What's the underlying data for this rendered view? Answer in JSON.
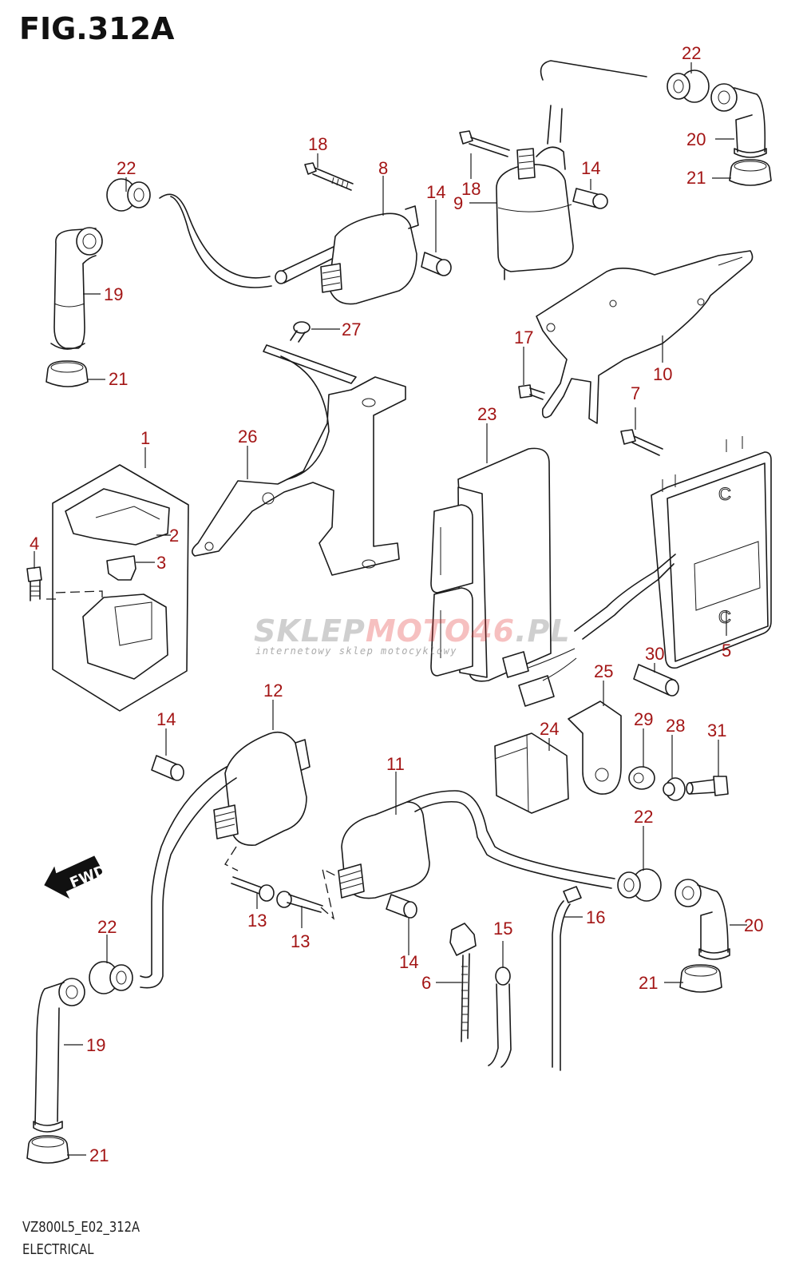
{
  "figure": {
    "title": "FIG.312A",
    "code": "VZ800L5_E02_312A",
    "section": "ELECTRICAL"
  },
  "watermark": {
    "brand_part1": "SKLEP",
    "brand_part2": "MOTO",
    "brand_part3": "46",
    "brand_part4": ".PL",
    "tagline": "internetowy sklep motocyklowy"
  },
  "direction_marker": {
    "label": "FWD",
    "icon": "fwd-arrow-icon"
  },
  "callout_color": "#a31515",
  "callouts": [
    {
      "id": "c1",
      "label": "1",
      "part": "fuse-box"
    },
    {
      "id": "c2",
      "label": "2",
      "part": "fuse-box-cover"
    },
    {
      "id": "c3",
      "label": "3",
      "part": "fuse"
    },
    {
      "id": "c4",
      "label": "4",
      "part": "fuse-box-bolt"
    },
    {
      "id": "c5",
      "label": "5",
      "part": "regulator-rectifier"
    },
    {
      "id": "c6",
      "label": "6",
      "part": "cable-tie-clamp"
    },
    {
      "id": "c7",
      "label": "7",
      "part": "regulator-bolt"
    },
    {
      "id": "c8",
      "label": "8",
      "part": "ignition-coil-rear-upper"
    },
    {
      "id": "c9",
      "label": "9",
      "part": "ignition-coil-front-upper"
    },
    {
      "id": "c10",
      "label": "10",
      "part": "coil-bracket"
    },
    {
      "id": "c11",
      "label": "11",
      "part": "ignition-coil-lower-right"
    },
    {
      "id": "c12",
      "label": "12",
      "part": "ignition-coil-lower-left"
    },
    {
      "id": "c13a",
      "label": "13",
      "part": "coil-bolt"
    },
    {
      "id": "c13b",
      "label": "13",
      "part": "coil-bolt"
    },
    {
      "id": "c14a",
      "label": "14",
      "part": "spacer"
    },
    {
      "id": "c14b",
      "label": "14",
      "part": "spacer"
    },
    {
      "id": "c14c",
      "label": "14",
      "part": "spacer"
    },
    {
      "id": "c14d",
      "label": "14",
      "part": "spacer"
    },
    {
      "id": "c15",
      "label": "15",
      "part": "band"
    },
    {
      "id": "c16",
      "label": "16",
      "part": "cable-tie"
    },
    {
      "id": "c17",
      "label": "17",
      "part": "bracket-bolt"
    },
    {
      "id": "c18a",
      "label": "18",
      "part": "coil-bolt-upper"
    },
    {
      "id": "c18b",
      "label": "18",
      "part": "coil-bolt-upper"
    },
    {
      "id": "c19a",
      "label": "19",
      "part": "spark-plug-cap"
    },
    {
      "id": "c19b",
      "label": "19",
      "part": "spark-plug-cap"
    },
    {
      "id": "c20a",
      "label": "20",
      "part": "spark-plug-cap"
    },
    {
      "id": "c20b",
      "label": "20",
      "part": "spark-plug-cap"
    },
    {
      "id": "c21a",
      "label": "21",
      "part": "cap-seal"
    },
    {
      "id": "c21b",
      "label": "21",
      "part": "cap-seal"
    },
    {
      "id": "c21c",
      "label": "21",
      "part": "cap-seal"
    },
    {
      "id": "c21d",
      "label": "21",
      "part": "cap-seal"
    },
    {
      "id": "c22a",
      "label": "22",
      "part": "cord-seal"
    },
    {
      "id": "c22b",
      "label": "22",
      "part": "cord-seal"
    },
    {
      "id": "c22c",
      "label": "22",
      "part": "cord-seal"
    },
    {
      "id": "c22d",
      "label": "22",
      "part": "cord-seal"
    },
    {
      "id": "c23",
      "label": "23",
      "part": "ecm"
    },
    {
      "id": "c24",
      "label": "24",
      "part": "relay"
    },
    {
      "id": "c25",
      "label": "25",
      "part": "relay-bracket"
    },
    {
      "id": "c26",
      "label": "26",
      "part": "ecm-bracket"
    },
    {
      "id": "c27",
      "label": "27",
      "part": "screw"
    },
    {
      "id": "c28",
      "label": "28",
      "part": "collar"
    },
    {
      "id": "c29",
      "label": "29",
      "part": "cushion"
    },
    {
      "id": "c30",
      "label": "30",
      "part": "spacer-regulator"
    },
    {
      "id": "c31",
      "label": "31",
      "part": "bolt"
    }
  ]
}
